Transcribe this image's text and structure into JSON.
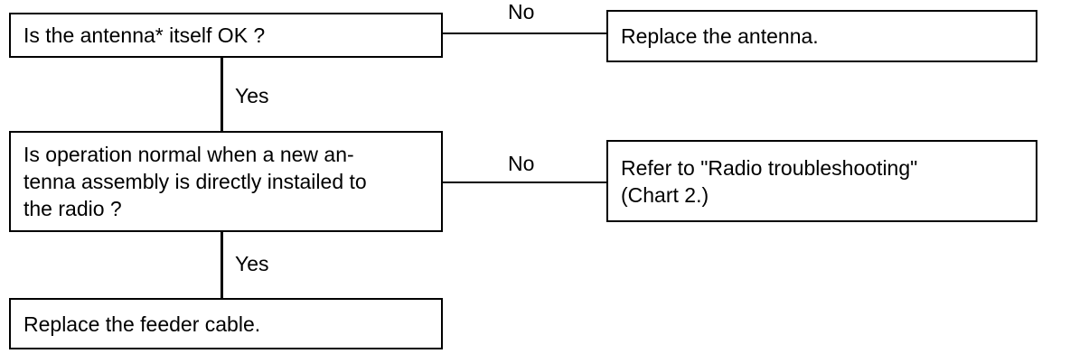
{
  "flowchart": {
    "q1": "Is the antenna* itself OK ?",
    "action1": "Replace the antenna.",
    "q2": "Is operation normal when a new an-\ntenna assembly is directly instailed to\nthe radio ?",
    "action2": "Refer to \"Radio troubleshooting\"\n(Chart 2.)",
    "action3": "Replace the feeder cable.",
    "edge_labels": {
      "q1_no": "No",
      "q1_yes": "Yes",
      "q2_no": "No",
      "q2_yes": "Yes"
    }
  }
}
